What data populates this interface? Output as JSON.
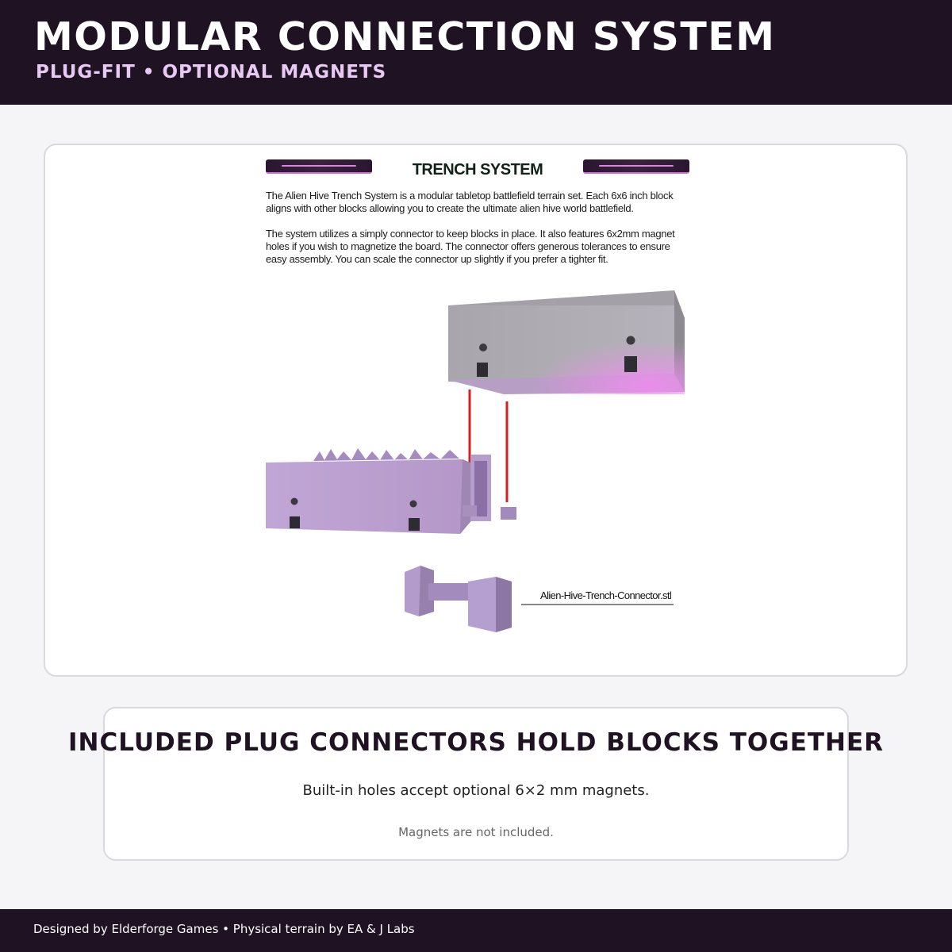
{
  "header": {
    "title": "MODULAR CONNECTION SYSTEM",
    "subtitle": "PLUG-FIT • OPTIONAL MAGNETS"
  },
  "product_image": {
    "doc_title": "TRENCH SYSTEM",
    "paragraph_1": "The Alien Hive Trench System is a modular tabletop battlefield terrain set. Each 6x6 inch block aligns with other blocks allowing you to create the ultimate alien hive world battlefield.",
    "paragraph_2": "The system utilizes a simply connector to keep blocks in place. It also features 6x2mm magnet holes if you wish to magnetize the board. The connector offers generous tolerances to ensure easy assembly. You can scale the connector up slightly if you prefer a tighter fit.",
    "connector_label": "Alien-Hive-Trench-Connector.stl"
  },
  "info": {
    "heading": "INCLUDED PLUG CONNECTORS HOLD BLOCKS TOGETHER",
    "line": "Built-in holes accept optional 6×2 mm magnets.",
    "note": "Magnets are not included."
  },
  "footer": {
    "credit": "Designed by Elderforge Games • Physical terrain by EA & J Labs"
  },
  "colors": {
    "header_bg": "#1f1222",
    "subtitle": "#e8c9f3",
    "page_bg": "#f5f5f7",
    "card_border": "#d9d9de",
    "guide_line": "#d42020",
    "block_top": "#a9a7ad",
    "block_lilac": "#b89bcc"
  }
}
